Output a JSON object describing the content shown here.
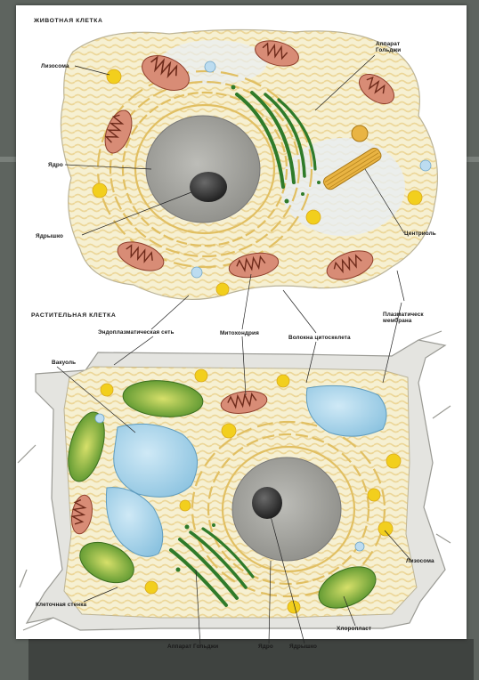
{
  "titles": {
    "animal": "ЖИВОТНАЯ КЛЕТКА",
    "plant": "РАСТИТЕЛЬНАЯ КЛЕТКА"
  },
  "labels": {
    "lysosome_top": "Лизосома",
    "golgi_top": "Аппарат\nГольджи",
    "nucleus_top": "Ядро",
    "nucleolus_top": "Ядрышко",
    "centriole": "Центриоль",
    "plasma_membrane": "Плазматическ\nмембрана",
    "er": "Эндоплазматическая сеть",
    "mitochondrion": "Митохондрия",
    "cytoskeleton": "Волокна цитоскелета",
    "vacuole": "Вакуоль",
    "lysosome_bottom": "Лизосома",
    "cell_wall": "Клеточная стенка",
    "golgi_bottom": "Аппарат Гольджи",
    "nucleus_bottom": "Ядро",
    "nucleolus_bottom": "Ядрышко",
    "chloroplast": "Хлоропласт"
  },
  "colors": {
    "cytoplasm": "#f3ecc4",
    "er": "#e8c978",
    "nucleus": "#a7a7a2",
    "nucleolus": "#2e2e2e",
    "mitochondrion": "#c9765f",
    "golgi": "#2f7b2a",
    "vacuole": "#a8d4ea",
    "chloroplast": "#8cbf3d",
    "lysosome": "#f2cf1d",
    "cell_wall": "#e6e6e2"
  }
}
